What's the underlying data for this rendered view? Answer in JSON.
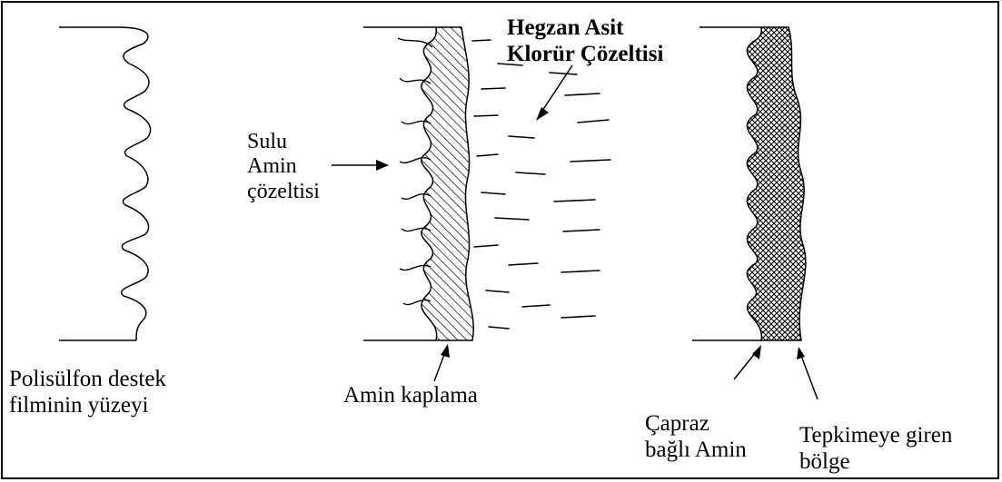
{
  "figure": {
    "labels": {
      "acid_chloride": [
        "Hegzan Asit",
        "Klorür Çözeltisi"
      ],
      "aqueous_amine": [
        "Sulu",
        "Amin",
        "çözeltisi"
      ],
      "support_surface": [
        "Polisülfon destek",
        "filminin yüzeyi"
      ],
      "amine_coating": "Amin kaplama",
      "crosslinked_amine": [
        "Çapraz",
        "bağlı Amin"
      ],
      "reaction_zone": [
        "Tepkimeye giren",
        "bölge"
      ]
    },
    "panels": [
      "support-film-surface",
      "amine-coated-support",
      "crosslinked-membrane"
    ],
    "colors": {
      "ink": "#000000",
      "background": "#ffffff"
    }
  }
}
